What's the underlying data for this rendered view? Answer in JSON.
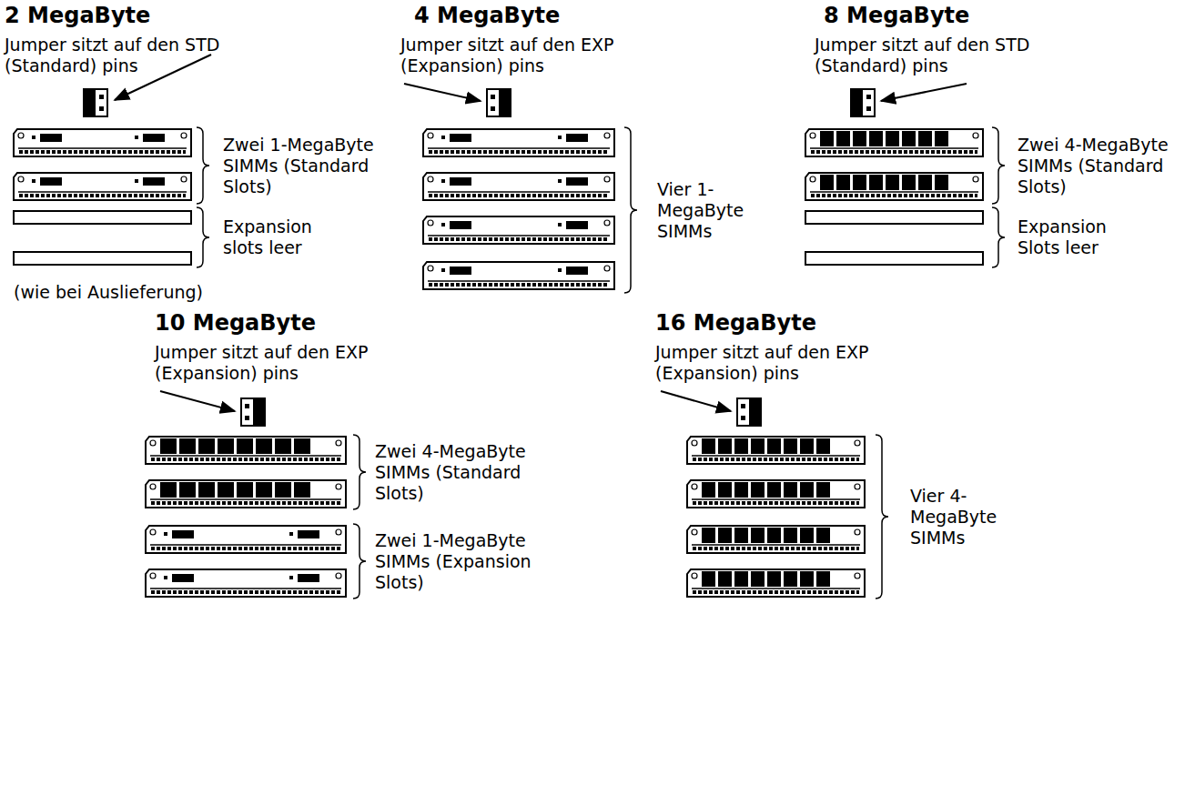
{
  "diagram": {
    "labels": [
      "2 MegaByte",
      "Jumper sitzt auf den STD (Standard) pins",
      "Zwei 1-MegaByte SIMMs (Standard Slots)",
      "Expansion slots leer",
      "(wie bei Auslieferung)",
      "4 MegaByte",
      "Jumper sitzt auf den EXP (Expansion) pins",
      "Vier 1-MegaByte SIMMs",
      "8 MegaByte",
      "Jumper sitzt auf den STD (Standard) pins",
      "Zwei 4-MegaByte SIMMs (Standard Slots)",
      "Expansion Slots leer",
      "10 MegaByte",
      "Jumper sitzt auf den EXP (Expansion) pins",
      "Zwei 4-MegaByte SIMMs (Standard Slots)",
      "Zwei 1-MegaByte SIMMs (Expansion Slots)",
      "16 MegaByte",
      "Jumper sitzt auf den EXP (Expansion) pins",
      "Vier 4-MegaByte SIMMs"
    ]
  }
}
